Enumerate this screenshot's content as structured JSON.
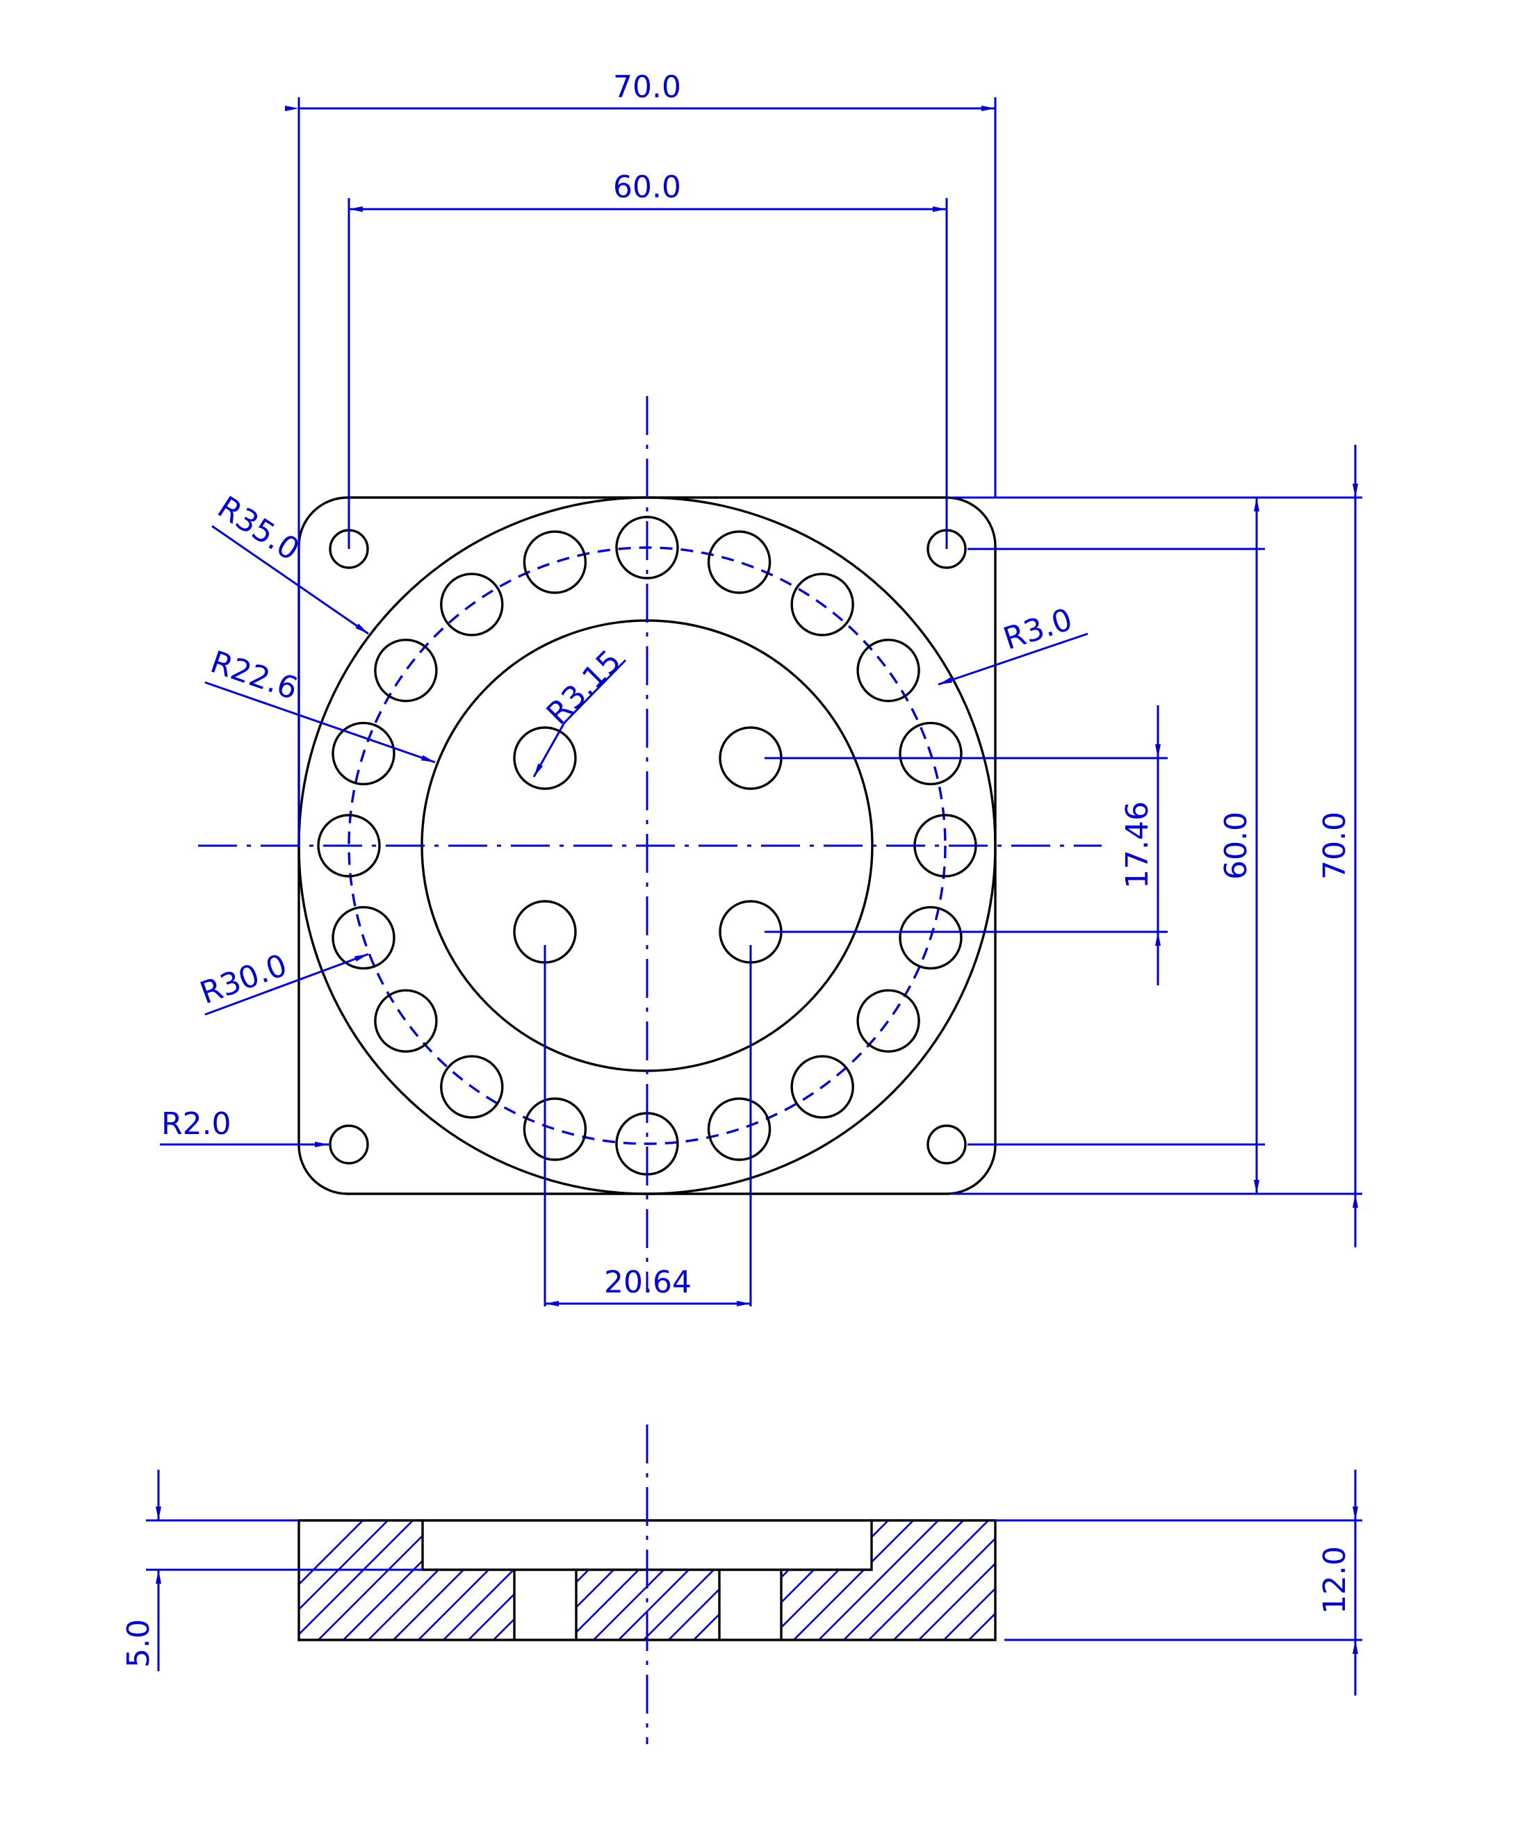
{
  "colors": {
    "part": "#000000",
    "annotation": "#0000cc"
  },
  "dimensions": {
    "top_width_outer": "70.0",
    "top_width_inner": "60.0",
    "right_height_outer": "70.0",
    "right_height_inner": "60.0",
    "inner_hole_spacing_vertical": "17.46",
    "inner_hole_spacing_horizontal": "20.64",
    "radius_outer_circle": "R35.0",
    "radius_pitch_circle": "R30.0",
    "radius_bore": "R22.6",
    "radius_inner_hole": "R3.15",
    "radius_ring_hole": "R3.0",
    "radius_corner_hole": "R2.0",
    "section_total_thickness": "12.0",
    "section_recess_depth": "5.0"
  }
}
